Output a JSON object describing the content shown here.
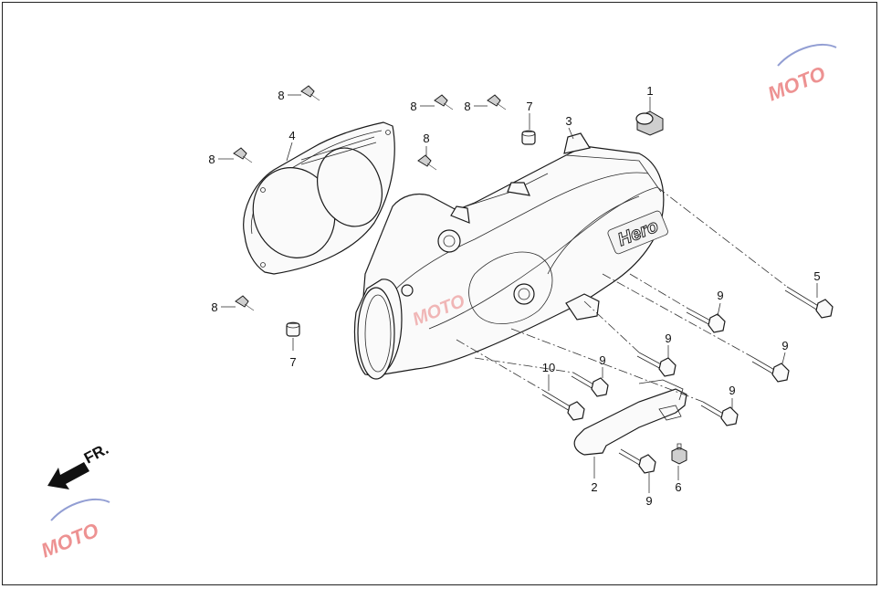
{
  "diagram": {
    "callouts": [
      {
        "id": "c1",
        "label": "1"
      },
      {
        "id": "c2",
        "label": "2"
      },
      {
        "id": "c3",
        "label": "3"
      },
      {
        "id": "c4",
        "label": "4"
      },
      {
        "id": "c5",
        "label": "5"
      },
      {
        "id": "c6",
        "label": "6"
      },
      {
        "id": "c7a",
        "label": "7"
      },
      {
        "id": "c7b",
        "label": "7"
      },
      {
        "id": "c8a",
        "label": "8"
      },
      {
        "id": "c8b",
        "label": "8"
      },
      {
        "id": "c8c",
        "label": "8"
      },
      {
        "id": "c8d",
        "label": "8"
      },
      {
        "id": "c8e",
        "label": "8"
      },
      {
        "id": "c8f",
        "label": "8"
      },
      {
        "id": "c9a",
        "label": "9"
      },
      {
        "id": "c9b",
        "label": "9"
      },
      {
        "id": "c9c",
        "label": "9"
      },
      {
        "id": "c9d",
        "label": "9"
      },
      {
        "id": "c9e",
        "label": "9"
      },
      {
        "id": "c9f",
        "label": "9"
      },
      {
        "id": "c10",
        "label": "10"
      }
    ],
    "direction_label": "FR.",
    "cover_logo": "Hero",
    "watermark": "MOTO"
  },
  "colors": {
    "line": "#1a1a1a",
    "watermark_red": "#e03a3a",
    "watermark_blue": "#3a4fb0"
  }
}
